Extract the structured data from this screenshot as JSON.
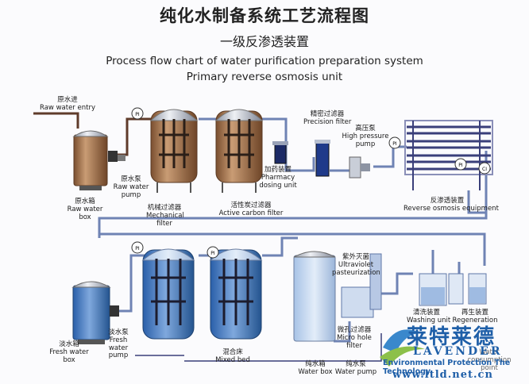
{
  "title": {
    "cn": "纯化水制备系统工艺流程图",
    "cn_sub": "一级反渗透装置",
    "en": "Process flow chart of water purification preparation system",
    "en_sub": "Primary reverse osmosis unit"
  },
  "labels": {
    "raw_entry_cn": "原水进",
    "raw_entry_en": "Raw water entry",
    "raw_box_cn": "原水箱",
    "raw_box_en1": "Raw water",
    "raw_box_en2": "box",
    "raw_pump_cn": "原水泵",
    "raw_pump_en1": "Raw water",
    "raw_pump_en2": "pump",
    "mech_cn": "机械过滤器",
    "mech_en1": "Mechanical",
    "mech_en2": "filter",
    "carbon_cn": "活性炭过滤器",
    "carbon_en": "Active carbon filter",
    "dosing_cn": "加药装置",
    "dosing_en1": "Pharmacy",
    "dosing_en2": "dosing unit",
    "precision_cn": "精密过滤器",
    "precision_en": "Precision filter",
    "hp_cn": "高压泵",
    "hp_en1": "High pressure",
    "hp_en2": "pump",
    "ro_cn": "反渗透装置",
    "ro_en": "Reverse osmosis equipment",
    "fresh_box_cn": "淡水箱",
    "fresh_box_en1": "Fresh water",
    "fresh_box_en2": "box",
    "fresh_pump_cn": "淡水泵",
    "fresh_pump_en1": "Fresh",
    "fresh_pump_en2": "water",
    "fresh_pump_en3": "pump",
    "mixed_cn": "混合床",
    "mixed_en": "Mixed bed",
    "water_box_cn": "纯水箱",
    "water_box_en": "Water box",
    "water_pump_cn": "纯水泵",
    "water_pump_en": "Water pump",
    "uv_cn": "紫外灭菌",
    "uv_en1": "Ultraviolet",
    "uv_en2": "pasteurization",
    "micro_cn": "微孔过滤器",
    "micro_en1": "Micro hole",
    "micro_en2": "filter",
    "washing_cn": "清洗装置",
    "washing_en": "Washing unit",
    "regen_cn": "再生装置",
    "regen_en": "Regeneration",
    "consumption_en1": "Water",
    "consumption_en2": "consumption",
    "consumption_en3": "point"
  },
  "gauges": {
    "pi": "PI",
    "ci": "CI"
  },
  "brand": {
    "cn": "莱特莱德",
    "en": "LAVENDER",
    "tagline": "Environmental Protection The Technology",
    "url": "www.ltld.net.cn"
  },
  "colors": {
    "pipe_main": "#6f83b4",
    "pipe_dark": "#3a3f7a",
    "tank_brown": "#9a6a45",
    "tank_blue": "#3b73bf",
    "brand_blue": "#1f5fa8"
  }
}
